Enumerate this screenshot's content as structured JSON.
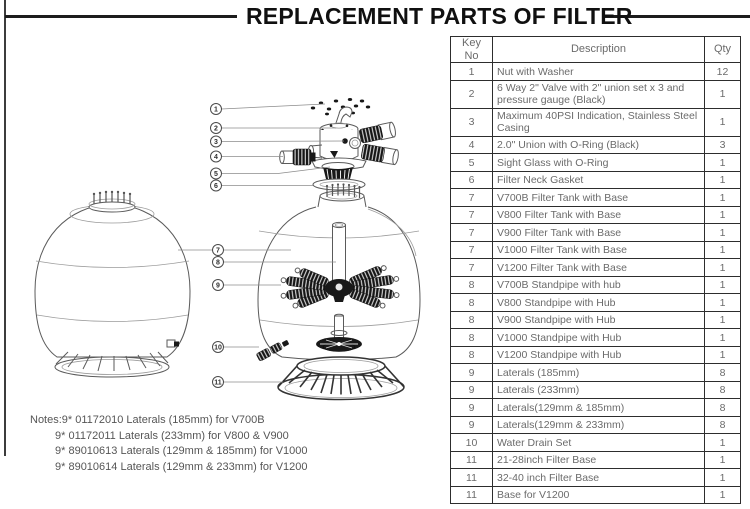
{
  "page": {
    "title": "REPLACEMENT PARTS OF FILTER"
  },
  "parts_table": {
    "headers": {
      "key": "Key No",
      "description": "Description",
      "qty": "Qty"
    },
    "rows": [
      {
        "key": "1",
        "description": "Nut with Washer",
        "qty": "12"
      },
      {
        "key": "2",
        "description": "6 Way 2\" Valve with 2\" union set x 3 and pressure gauge (Black)",
        "qty": "1"
      },
      {
        "key": "3",
        "description": "Maximum 40PSI Indication, Stainless Steel Casing",
        "qty": "1"
      },
      {
        "key": "4",
        "description": "2.0\" Union with O-Ring (Black)",
        "qty": "3"
      },
      {
        "key": "5",
        "description": "Sight Glass with O-Ring",
        "qty": "1"
      },
      {
        "key": "6",
        "description": "Filter Neck Gasket",
        "qty": "1"
      },
      {
        "key": "7",
        "description": "V700B Filter Tank with Base",
        "qty": "1"
      },
      {
        "key": "7",
        "description": "V800 Filter Tank with Base",
        "qty": "1"
      },
      {
        "key": "7",
        "description": "V900 Filter Tank with Base",
        "qty": "1"
      },
      {
        "key": "7",
        "description": "V1000 Filter Tank with Base",
        "qty": "1"
      },
      {
        "key": "7",
        "description": "V1200 Filter Tank with Base",
        "qty": "1"
      },
      {
        "key": "8",
        "description": "V700B Standpipe with hub",
        "qty": "1"
      },
      {
        "key": "8",
        "description": "V800 Standpipe with Hub",
        "qty": "1"
      },
      {
        "key": "8",
        "description": "V900 Standpipe with Hub",
        "qty": "1"
      },
      {
        "key": "8",
        "description": "V1000 Standpipe with Hub",
        "qty": "1"
      },
      {
        "key": "8",
        "description": "V1200 Standpipe with Hub",
        "qty": "1"
      },
      {
        "key": "9",
        "description": "Laterals (185mm)",
        "qty": "8"
      },
      {
        "key": "9",
        "description": "Laterals (233mm)",
        "qty": "8"
      },
      {
        "key": "9",
        "description": "Laterals(129mm & 185mm)",
        "qty": "8"
      },
      {
        "key": "9",
        "description": "Laterals(129mm & 233mm)",
        "qty": "8"
      },
      {
        "key": "10",
        "description": "Water Drain Set",
        "qty": "1"
      },
      {
        "key": "11",
        "description": "21-28inch Filter Base",
        "qty": "1"
      },
      {
        "key": "11",
        "description": "32-40 inch Filter Base",
        "qty": "1"
      },
      {
        "key": "11",
        "description": "Base for V1200",
        "qty": "1"
      }
    ]
  },
  "notes": {
    "label": "Notes:",
    "lines": [
      "9* 01172010 Laterals (185mm) for V700B",
      "9* 01172011 Laterals (233mm) for V800 & V900",
      "9* 89010613 Laterals (129mm & 185mm) for V1000",
      "9* 89010614 Laterals (129mm & 233mm) for V1200"
    ]
  },
  "diagram": {
    "callouts": [
      {
        "label": "1"
      },
      {
        "label": "2"
      },
      {
        "label": "3"
      },
      {
        "label": "4"
      },
      {
        "label": "5"
      },
      {
        "label": "6"
      },
      {
        "label": "7"
      },
      {
        "label": "8"
      },
      {
        "label": "9"
      },
      {
        "label": "10"
      },
      {
        "label": "11"
      }
    ]
  },
  "colors": {
    "background": "#ffffff",
    "title_text": "#101010",
    "table_border": "#2d2d2d",
    "table_text": "#6b6b6b",
    "notes_text": "#565656",
    "drawing_ink": "#5a5a5a",
    "dark_fill": "#191919"
  }
}
